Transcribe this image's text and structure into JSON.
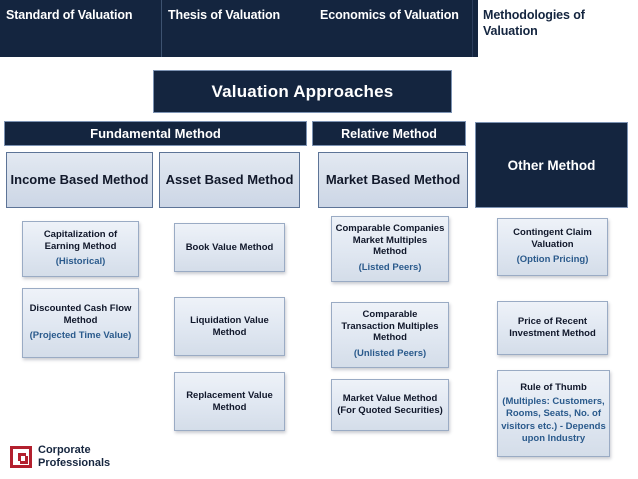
{
  "header": {
    "columns": [
      {
        "label": "Standard of Valuation",
        "on_dark": true
      },
      {
        "label": "Thesis of Valuation",
        "on_dark": true
      },
      {
        "label": "Economics of Valuation",
        "on_dark": true
      },
      {
        "label": "Methodologies of Valuation",
        "on_dark": false
      }
    ]
  },
  "title": {
    "label": "Valuation Approaches"
  },
  "bars": {
    "fundamental": "Fundamental Method",
    "relative": "Relative Method",
    "other": "Other Method"
  },
  "categories": {
    "income": "Income Based Method",
    "asset": "Asset Based Method",
    "market": "Market Based Method"
  },
  "methods": {
    "capitalization": {
      "main": "Capitalization of Earning Method",
      "sub": "(Historical)"
    },
    "discounted_cash_flow": {
      "main": "Discounted Cash Flow  Method",
      "sub": "(Projected Time Value)"
    },
    "book_value": {
      "main": "Book Value Method",
      "sub": ""
    },
    "liquidation_value": {
      "main": "Liquidation Value Method",
      "sub": ""
    },
    "replacement_value": {
      "main": "Replacement Value Method",
      "sub": ""
    },
    "comparable_companies": {
      "main": "Comparable Companies Market Multiples Method",
      "sub": "(Listed Peers)"
    },
    "comparable_transaction": {
      "main": "Comparable Transaction Multiples Method",
      "sub": "(Unlisted Peers)"
    },
    "market_value": {
      "main": "Market Value Method (For Quoted Securities)",
      "sub": ""
    },
    "contingent_claim": {
      "main": "Contingent Claim Valuation",
      "sub": "(Option Pricing)"
    },
    "price_recent_investment": {
      "main": "Price of Recent Investment Method",
      "sub": ""
    },
    "rule_of_thumb": {
      "main": "Rule of Thumb",
      "sub": "(Multiples: Customers, Rooms, Seats, No. of visitors etc.) - Depends upon Industry"
    }
  },
  "logo": {
    "line1": "Corporate",
    "line2": "Professionals",
    "mark_color": "#b3202e",
    "text_color": "#16263f"
  },
  "colors": {
    "dark_navy": "#14253f",
    "accent_blue": "#2a5a8c",
    "box_fill": "#e1e8f2",
    "box_border": "#9aabc4"
  }
}
